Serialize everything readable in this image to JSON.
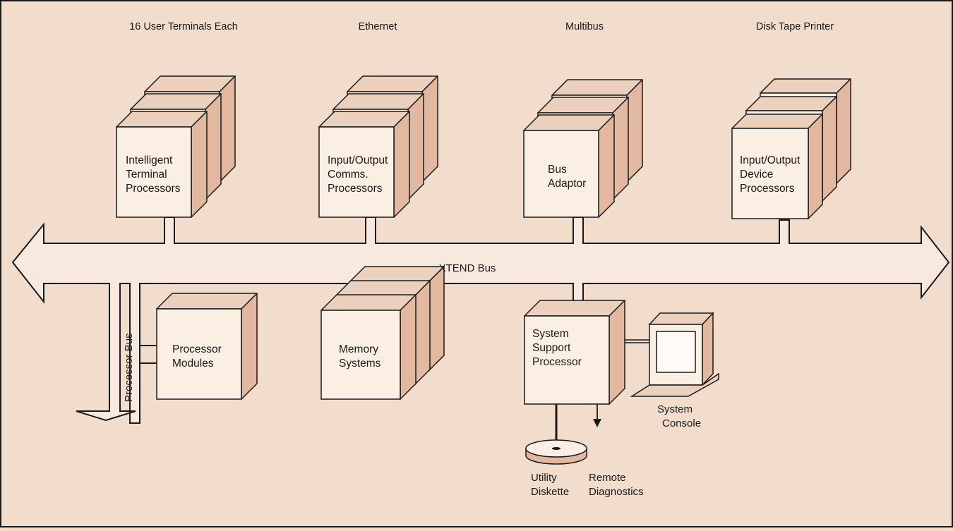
{
  "colors": {
    "background": "#f2dccb",
    "line": "#1a1a1a",
    "box_front": "#fbeee3",
    "box_side": "#e2b8a0",
    "box_top": "#ead0bd",
    "bus_fill": "#f7e9dd"
  },
  "groups": [
    {
      "header": "16 User Terminals Each",
      "label": [
        "Intelligent",
        "Terminal",
        "Processors"
      ]
    },
    {
      "header": "Ethernet",
      "label": [
        "Input/Output",
        "Comms.",
        "Processors"
      ]
    },
    {
      "header": "Multibus",
      "label": [
        "Bus",
        "Adaptor"
      ]
    },
    {
      "header": "Disk Tape Printer",
      "label": [
        "Input/Output",
        "Device",
        "Processors"
      ]
    }
  ],
  "bus": {
    "label": "XTEND Bus"
  },
  "processor_bus": {
    "label": "Processor Bus"
  },
  "lower": {
    "processor_modules": [
      "Processor",
      "Modules"
    ],
    "memory_systems": [
      "Memory",
      "Systems"
    ],
    "system_support": [
      "System",
      "Support",
      "Processor"
    ],
    "system_console": [
      "System",
      "Console"
    ],
    "utility_diskette": [
      "Utility",
      "Diskette"
    ],
    "remote_diagnostics": [
      "Remote",
      "Diagnostics"
    ]
  }
}
